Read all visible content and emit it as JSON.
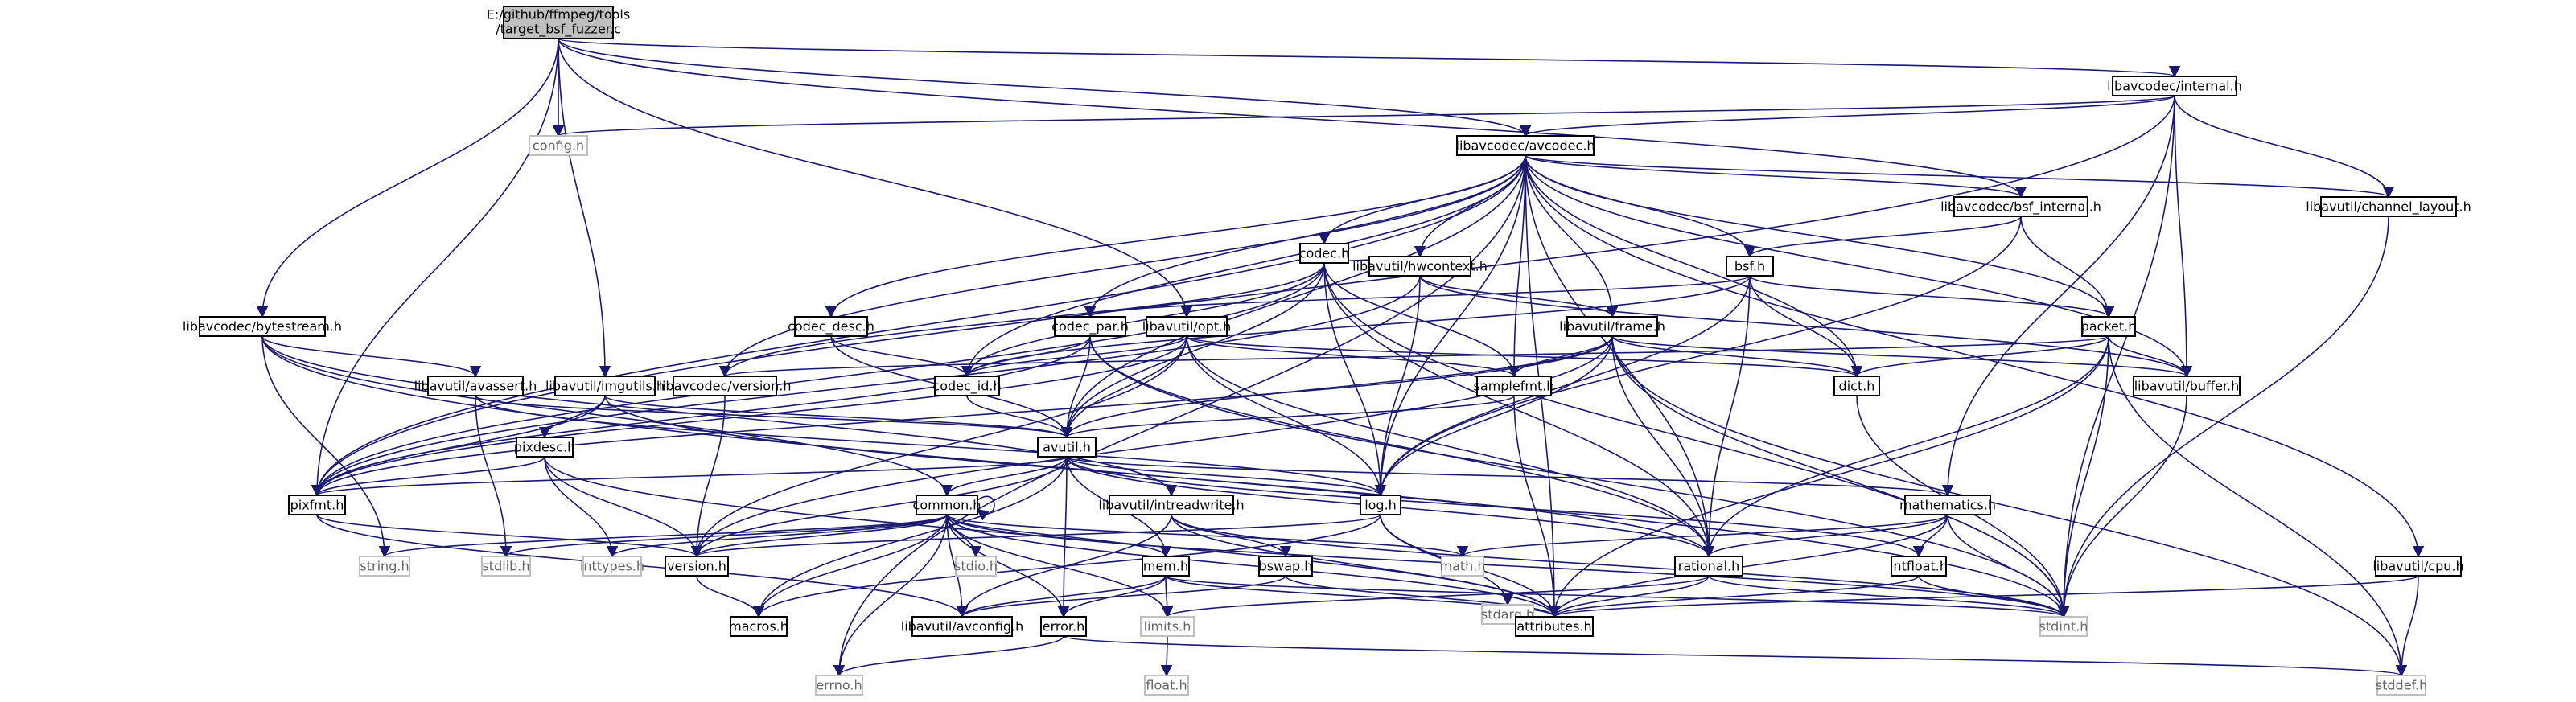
{
  "graph": {
    "title_lines": [
      "E:/github/ffmpeg/tools",
      "/target_bsf_fuzzer.c"
    ],
    "colors": {
      "edge": "#191970",
      "root_fill": "#bfbfbf",
      "node_fill": "#ffffff",
      "node_border": "#000000",
      "system_border": "#bfbfbf",
      "system_text": "#666666"
    },
    "nodes": [
      {
        "id": "internal",
        "label": "libavcodec/internal.h"
      },
      {
        "id": "config",
        "label": "config.h",
        "system": true
      },
      {
        "id": "avcodec",
        "label": "libavcodec/avcodec.h"
      },
      {
        "id": "codec",
        "label": "codec.h"
      },
      {
        "id": "bsfint",
        "label": "libavcodec/bsf_internal.h"
      },
      {
        "id": "chlayout",
        "label": "libavutil/channel_layout.h"
      },
      {
        "id": "hwctx",
        "label": "libavutil/hwcontext.h"
      },
      {
        "id": "bsf",
        "label": "bsf.h"
      },
      {
        "id": "bytestream",
        "label": "libavcodec/bytestream.h"
      },
      {
        "id": "codecdesc",
        "label": "codec_desc.h"
      },
      {
        "id": "codecpar",
        "label": "codec_par.h"
      },
      {
        "id": "opt",
        "label": "libavutil/opt.h"
      },
      {
        "id": "frame",
        "label": "libavutil/frame.h"
      },
      {
        "id": "packet",
        "label": "packet.h"
      },
      {
        "id": "avassert",
        "label": "libavutil/avassert.h"
      },
      {
        "id": "imgutils",
        "label": "libavutil/imgutils.h"
      },
      {
        "id": "lavcver",
        "label": "libavcodec/version.h"
      },
      {
        "id": "codecid",
        "label": "codec_id.h"
      },
      {
        "id": "samplefmt",
        "label": "samplefmt.h"
      },
      {
        "id": "dict",
        "label": "dict.h"
      },
      {
        "id": "buffer",
        "label": "libavutil/buffer.h"
      },
      {
        "id": "pixdesc",
        "label": "pixdesc.h"
      },
      {
        "id": "avutil",
        "label": "avutil.h"
      },
      {
        "id": "pixfmt",
        "label": "pixfmt.h"
      },
      {
        "id": "common",
        "label": "common.h"
      },
      {
        "id": "intread",
        "label": "libavutil/intreadwrite.h"
      },
      {
        "id": "log",
        "label": "log.h"
      },
      {
        "id": "mathematics",
        "label": "mathematics.h"
      },
      {
        "id": "cpu",
        "label": "libavutil/cpu.h"
      },
      {
        "id": "stringh",
        "label": "string.h",
        "system": true
      },
      {
        "id": "stdlib",
        "label": "stdlib.h",
        "system": true
      },
      {
        "id": "inttypes",
        "label": "inttypes.h",
        "system": true
      },
      {
        "id": "version",
        "label": "version.h"
      },
      {
        "id": "stdio",
        "label": "stdio.h",
        "system": true
      },
      {
        "id": "mathh",
        "label": "math.h",
        "system": true
      },
      {
        "id": "rational",
        "label": "rational.h"
      },
      {
        "id": "stdarg",
        "label": "stdarg.h",
        "system": true
      },
      {
        "id": "intfloat",
        "label": "intfloat.h"
      },
      {
        "id": "mem",
        "label": "mem.h"
      },
      {
        "id": "bswap",
        "label": "bswap.h"
      },
      {
        "id": "macros",
        "label": "macros.h"
      },
      {
        "id": "avconfig",
        "label": "libavutil/avconfig.h"
      },
      {
        "id": "error",
        "label": "error.h"
      },
      {
        "id": "limits",
        "label": "limits.h",
        "system": true
      },
      {
        "id": "attributes",
        "label": "attributes.h"
      },
      {
        "id": "stdint",
        "label": "stdint.h",
        "system": true
      },
      {
        "id": "errno",
        "label": "errno.h",
        "system": true
      },
      {
        "id": "stddef",
        "label": "stddef.h",
        "system": true
      },
      {
        "id": "float",
        "label": "float.h",
        "system": true
      }
    ],
    "edges": [
      [
        "root",
        "internal"
      ],
      [
        "root",
        "config"
      ],
      [
        "root",
        "avcodec"
      ],
      [
        "root",
        "bytestream"
      ],
      [
        "root",
        "imgutils"
      ],
      [
        "root",
        "opt"
      ],
      [
        "root",
        "bsfint"
      ],
      [
        "root",
        "pixfmt"
      ],
      [
        "internal",
        "config"
      ],
      [
        "internal",
        "avcodec"
      ],
      [
        "internal",
        "chlayout"
      ],
      [
        "internal",
        "buffer"
      ],
      [
        "internal",
        "mathematics"
      ],
      [
        "internal",
        "pixfmt"
      ],
      [
        "internal",
        "stdint"
      ],
      [
        "avcodec",
        "codec"
      ],
      [
        "avcodec",
        "bsfint"
      ],
      [
        "avcodec",
        "chlayout"
      ],
      [
        "avcodec",
        "hwctx"
      ],
      [
        "avcodec",
        "bsf"
      ],
      [
        "avcodec",
        "codecdesc"
      ],
      [
        "avcodec",
        "codecpar"
      ],
      [
        "avcodec",
        "frame"
      ],
      [
        "avcodec",
        "packet"
      ],
      [
        "avcodec",
        "lavcver"
      ],
      [
        "avcodec",
        "codecid"
      ],
      [
        "avcodec",
        "samplefmt"
      ],
      [
        "avcodec",
        "dict"
      ],
      [
        "avcodec",
        "buffer"
      ],
      [
        "avcodec",
        "avutil"
      ],
      [
        "avcodec",
        "log"
      ],
      [
        "avcodec",
        "rational"
      ],
      [
        "avcodec",
        "attributes"
      ],
      [
        "avcodec",
        "cpu"
      ],
      [
        "avcodec",
        "errno"
      ],
      [
        "avcodec",
        "pixfmt"
      ],
      [
        "codec",
        "hwctx"
      ],
      [
        "codec",
        "codecid"
      ],
      [
        "codec",
        "samplefmt"
      ],
      [
        "codec",
        "avutil"
      ],
      [
        "codec",
        "log"
      ],
      [
        "codec",
        "rational"
      ],
      [
        "codec",
        "pixfmt"
      ],
      [
        "codec",
        "lavcver"
      ],
      [
        "codec",
        "stdint"
      ],
      [
        "bsfint",
        "bsf"
      ],
      [
        "bsfint",
        "packet"
      ],
      [
        "bsfint",
        "log"
      ],
      [
        "chlayout",
        "stdint"
      ],
      [
        "hwctx",
        "frame"
      ],
      [
        "hwctx",
        "buffer"
      ],
      [
        "hwctx",
        "log"
      ],
      [
        "hwctx",
        "pixfmt"
      ],
      [
        "bsf",
        "packet"
      ],
      [
        "bsf",
        "codecpar"
      ],
      [
        "bsf",
        "codecid"
      ],
      [
        "bsf",
        "dict"
      ],
      [
        "bsf",
        "log"
      ],
      [
        "bsf",
        "rational"
      ],
      [
        "bytestream",
        "avassert"
      ],
      [
        "bytestream",
        "common"
      ],
      [
        "bytestream",
        "intread"
      ],
      [
        "bytestream",
        "stringh"
      ],
      [
        "bytestream",
        "stdint"
      ],
      [
        "codecdesc",
        "codecid"
      ],
      [
        "codecdesc",
        "avutil"
      ],
      [
        "codecpar",
        "codecid"
      ],
      [
        "codecpar",
        "avutil"
      ],
      [
        "codecpar",
        "rational"
      ],
      [
        "codecpar",
        "pixfmt"
      ],
      [
        "codecpar",
        "stdint"
      ],
      [
        "opt",
        "avutil"
      ],
      [
        "opt",
        "dict"
      ],
      [
        "opt",
        "log"
      ],
      [
        "opt",
        "pixfmt"
      ],
      [
        "opt",
        "rational"
      ],
      [
        "opt",
        "samplefmt"
      ],
      [
        "opt",
        "version"
      ],
      [
        "opt",
        "codecid"
      ],
      [
        "frame",
        "samplefmt"
      ],
      [
        "frame",
        "dict"
      ],
      [
        "frame",
        "buffer"
      ],
      [
        "frame",
        "avutil"
      ],
      [
        "frame",
        "log"
      ],
      [
        "frame",
        "rational"
      ],
      [
        "frame",
        "pixfmt"
      ],
      [
        "frame",
        "version"
      ],
      [
        "frame",
        "stdint"
      ],
      [
        "frame",
        "stddef"
      ],
      [
        "packet",
        "buffer"
      ],
      [
        "packet",
        "dict"
      ],
      [
        "packet",
        "rational"
      ],
      [
        "packet",
        "attributes"
      ],
      [
        "packet",
        "stdint"
      ],
      [
        "packet",
        "stddef"
      ],
      [
        "packet",
        "lavcver"
      ],
      [
        "avassert",
        "avutil"
      ],
      [
        "avassert",
        "log"
      ],
      [
        "avassert",
        "stdlib"
      ],
      [
        "imgutils",
        "avutil"
      ],
      [
        "imgutils",
        "pixdesc"
      ],
      [
        "imgutils",
        "pixfmt"
      ],
      [
        "imgutils",
        "rational"
      ],
      [
        "lavcver",
        "version"
      ],
      [
        "codecid",
        "avutil"
      ],
      [
        "samplefmt",
        "avutil"
      ],
      [
        "samplefmt",
        "attributes"
      ],
      [
        "dict",
        "stdint"
      ],
      [
        "buffer",
        "stdint"
      ],
      [
        "pixdesc",
        "pixfmt"
      ],
      [
        "pixdesc",
        "version"
      ],
      [
        "pixdesc",
        "inttypes"
      ],
      [
        "pixdesc",
        "attributes"
      ],
      [
        "avutil",
        "common"
      ],
      [
        "avutil",
        "error"
      ],
      [
        "avutil",
        "version"
      ],
      [
        "avutil",
        "macros"
      ],
      [
        "avutil",
        "mathematics"
      ],
      [
        "avutil",
        "rational"
      ],
      [
        "avutil",
        "log"
      ],
      [
        "avutil",
        "pixfmt"
      ],
      [
        "avutil",
        "mem"
      ],
      [
        "avutil",
        "intfloat"
      ],
      [
        "pixfmt",
        "avconfig"
      ],
      [
        "pixfmt",
        "version"
      ],
      [
        "common",
        "attributes"
      ],
      [
        "common",
        "macros"
      ],
      [
        "common",
        "version"
      ],
      [
        "common",
        "avconfig"
      ],
      [
        "common",
        "mem"
      ],
      [
        "common",
        "error"
      ],
      [
        "common",
        "stringh"
      ],
      [
        "common",
        "stdlib"
      ],
      [
        "common",
        "inttypes"
      ],
      [
        "common",
        "stdio"
      ],
      [
        "common",
        "mathh"
      ],
      [
        "common",
        "limits"
      ],
      [
        "common",
        "errno"
      ],
      [
        "common",
        "stdint"
      ],
      [
        "common",
        "common"
      ],
      [
        "intread",
        "avconfig"
      ],
      [
        "intread",
        "attributes"
      ],
      [
        "intread",
        "bswap"
      ],
      [
        "intread",
        "stdint"
      ],
      [
        "log",
        "attributes"
      ],
      [
        "log",
        "version"
      ],
      [
        "log",
        "macros"
      ],
      [
        "log",
        "stdarg"
      ],
      [
        "mathematics",
        "attributes"
      ],
      [
        "mathematics",
        "rational"
      ],
      [
        "mathematics",
        "intfloat"
      ],
      [
        "mathematics",
        "mathh"
      ],
      [
        "mathematics",
        "stdint"
      ],
      [
        "cpu",
        "attributes"
      ],
      [
        "cpu",
        "stddef"
      ],
      [
        "mem",
        "error"
      ],
      [
        "mem",
        "attributes"
      ],
      [
        "mem",
        "avconfig"
      ],
      [
        "mem",
        "limits"
      ],
      [
        "mem",
        "stdint"
      ],
      [
        "bswap",
        "avconfig"
      ],
      [
        "bswap",
        "attributes"
      ],
      [
        "rational",
        "attributes"
      ],
      [
        "rational",
        "limits"
      ],
      [
        "rational",
        "stdint"
      ],
      [
        "intfloat",
        "attributes"
      ],
      [
        "intfloat",
        "stdint"
      ],
      [
        "error",
        "errno"
      ],
      [
        "error",
        "stddef"
      ],
      [
        "version",
        "macros"
      ],
      [
        "limits",
        "float"
      ]
    ]
  }
}
